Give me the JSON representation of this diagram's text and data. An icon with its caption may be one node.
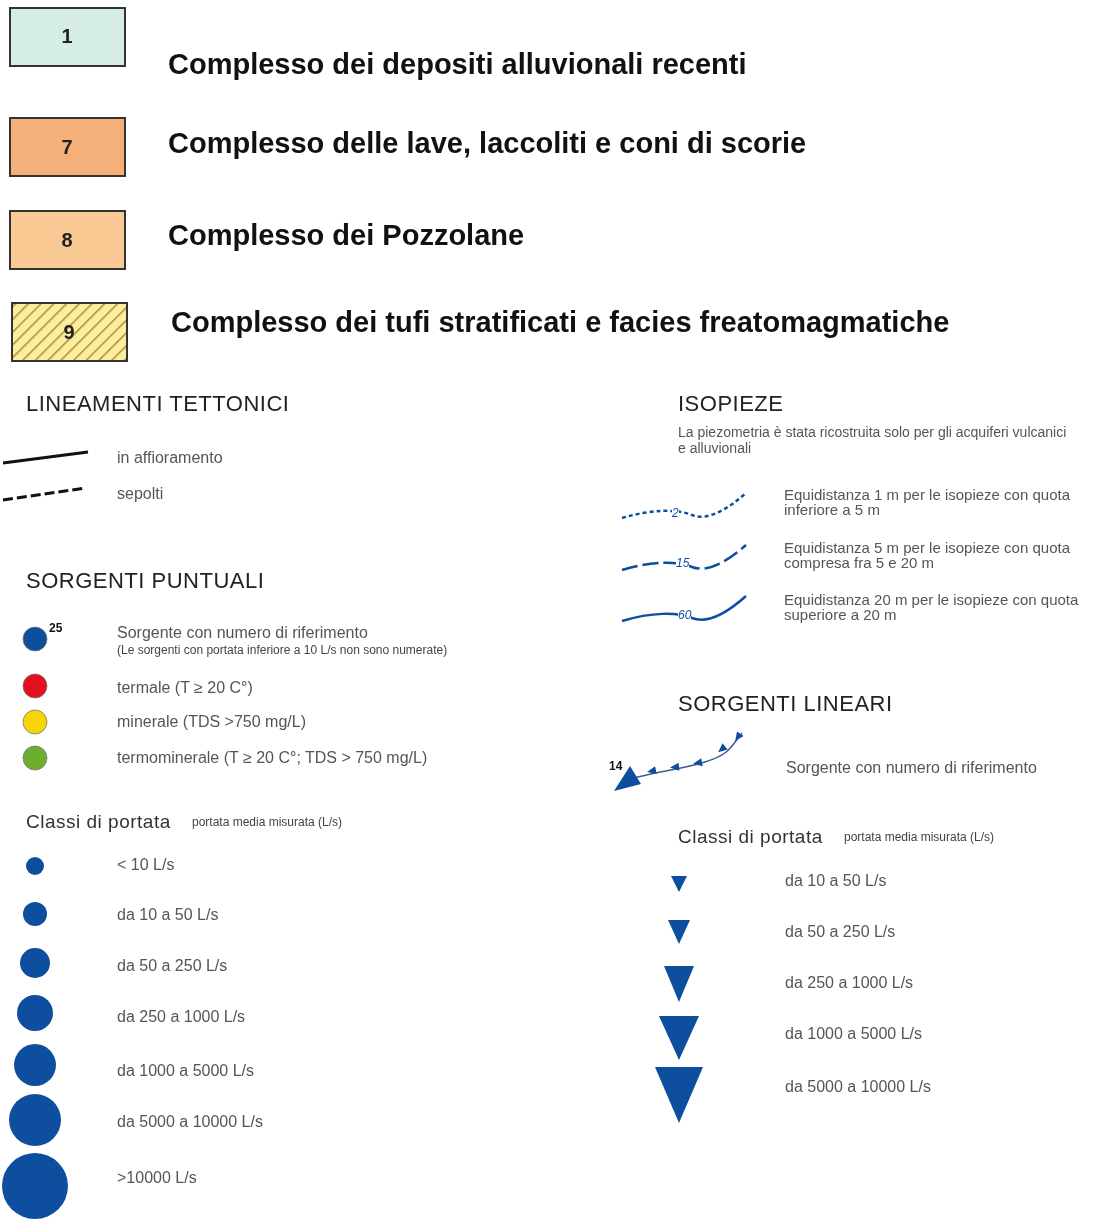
{
  "diagram": {
    "labels": [
      "1",
      "7",
      "8",
      "9",
      "LINEAMENTI TETTONICI",
      "SORGENTI PUNTUALI",
      "25",
      "(Le sorgenti con portata inferiore a 10 L/s non sono numerate)",
      "Classi di portata",
      "portata media misurata (L/s)",
      "ISOPIEZE",
      "La piezometria è stata ricostruita solo per gli acquiferi vulcanici e alluvionali",
      "2",
      "15",
      "60",
      "SORGENTI LINEARI",
      "14",
      "Classi di portata",
      "portata media misurata (L/s)"
    ],
    "legend": [
      {
        "text": "Complesso dei depositi alluvionali recenti",
        "color": "#d6ede7"
      },
      {
        "text": "Complesso delle lave, laccoliti e coni di scorie",
        "color": "#f5b07a"
      },
      {
        "text": "Complesso dei Pozzolane",
        "color": "#f9c994"
      },
      {
        "text": "Complesso dei tufi stratificati e facies freatomagmatiche"
      },
      {
        "text": "in affioramento"
      },
      {
        "text": "sepolti"
      },
      {
        "text": "Sorgente con numero di riferimento"
      },
      {
        "text": "termale (T ≥ 20 C°)",
        "color": "#e3101e"
      },
      {
        "text": "minerale (TDS >750 mg/L)",
        "color": "#f7d408"
      },
      {
        "text": "termominerale (T ≥ 20 C°; TDS > 750 mg/L)",
        "color": "#6cae2e"
      },
      {
        "text": "< 10 L/s"
      },
      {
        "text": "da 10 a 50 L/s"
      },
      {
        "text": "da 50 a 250 L/s"
      },
      {
        "text": "da 250 a 1000 L/s"
      },
      {
        "text": "da 1000 a 5000 L/s"
      },
      {
        "text": "da 5000 a 10000 L/s"
      },
      {
        "text": ">10000 L/s"
      },
      {
        "text": "Equidistanza 1 m per le isopieze con quota inferiore a 5 m"
      },
      {
        "text": "Equidistanza 5 m per le isopieze con quota compresa fra 5 e 20 m"
      },
      {
        "text": "Equidistanza 20 m per le isopieze con quota superiore a 20 m"
      },
      {
        "text": "Sorgente con numero di riferimento"
      },
      {
        "text": "da 10 a 50 L/s"
      },
      {
        "text": "da 50 a 250 L/s"
      },
      {
        "text": "da 250 a 1000 L/s"
      },
      {
        "text": "da 1000 a 5000 L/s"
      },
      {
        "text": "da 5000 a 10000 L/s"
      }
    ]
  }
}
